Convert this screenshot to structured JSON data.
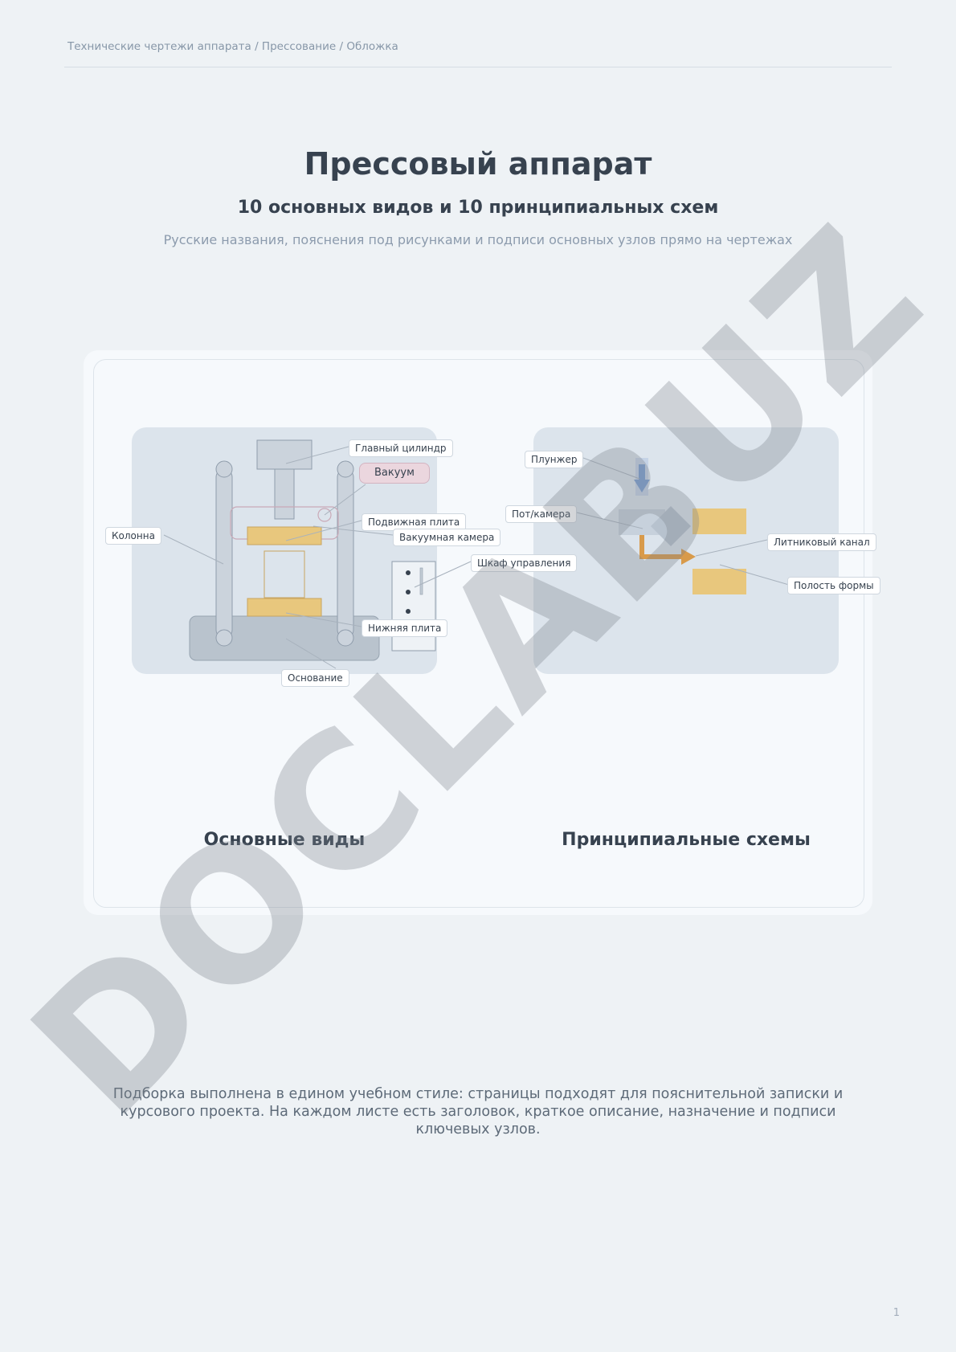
{
  "breadcrumb": "Технические чертежи аппарата / Прессование / Обложка",
  "title": "Прессовый аппарат",
  "subtitle": "10 основных видов и 10 принципиальных схем",
  "tagline": "Русские названия, пояснения под рисунками и подписи основных узлов прямо на чертежах",
  "left_panel": {
    "caption": "Основные виды",
    "labels": {
      "main_cylinder": "Главный цилиндр",
      "vacuum": "Вакуум",
      "column": "Колонна",
      "movable_plate": "Подвижная плита",
      "vacuum_chamber": "Вакуумная камера",
      "control_cabinet": "Шкаф управления",
      "lower_plate": "Нижняя плита",
      "base": "Основание"
    }
  },
  "right_panel": {
    "caption": "Принципиальные схемы",
    "labels": {
      "plunger": "Плунжер",
      "pot_chamber": "Пот/камера",
      "runner": "Литниковый канал",
      "mold_cavity": "Полость формы"
    }
  },
  "footnote": "Подборка выполнена в едином учебном стиле: страницы подходят для пояснительной записки и курсового проекта. На каждом листе есть заголовок, краткое описание, назначение и подписи ключевых узлов.",
  "page_number": "1",
  "watermark": "DOCLABUZ",
  "colors": {
    "background": "#eef2f5",
    "panel": "#dce4ec",
    "plate_fill": "#e8c77d",
    "runner": "#d89a4a",
    "plunger_arrow": "#7b9fd1",
    "vacuum_badge": "#ebd6de",
    "heading": "#37424f",
    "muted": "#8c9bad"
  }
}
